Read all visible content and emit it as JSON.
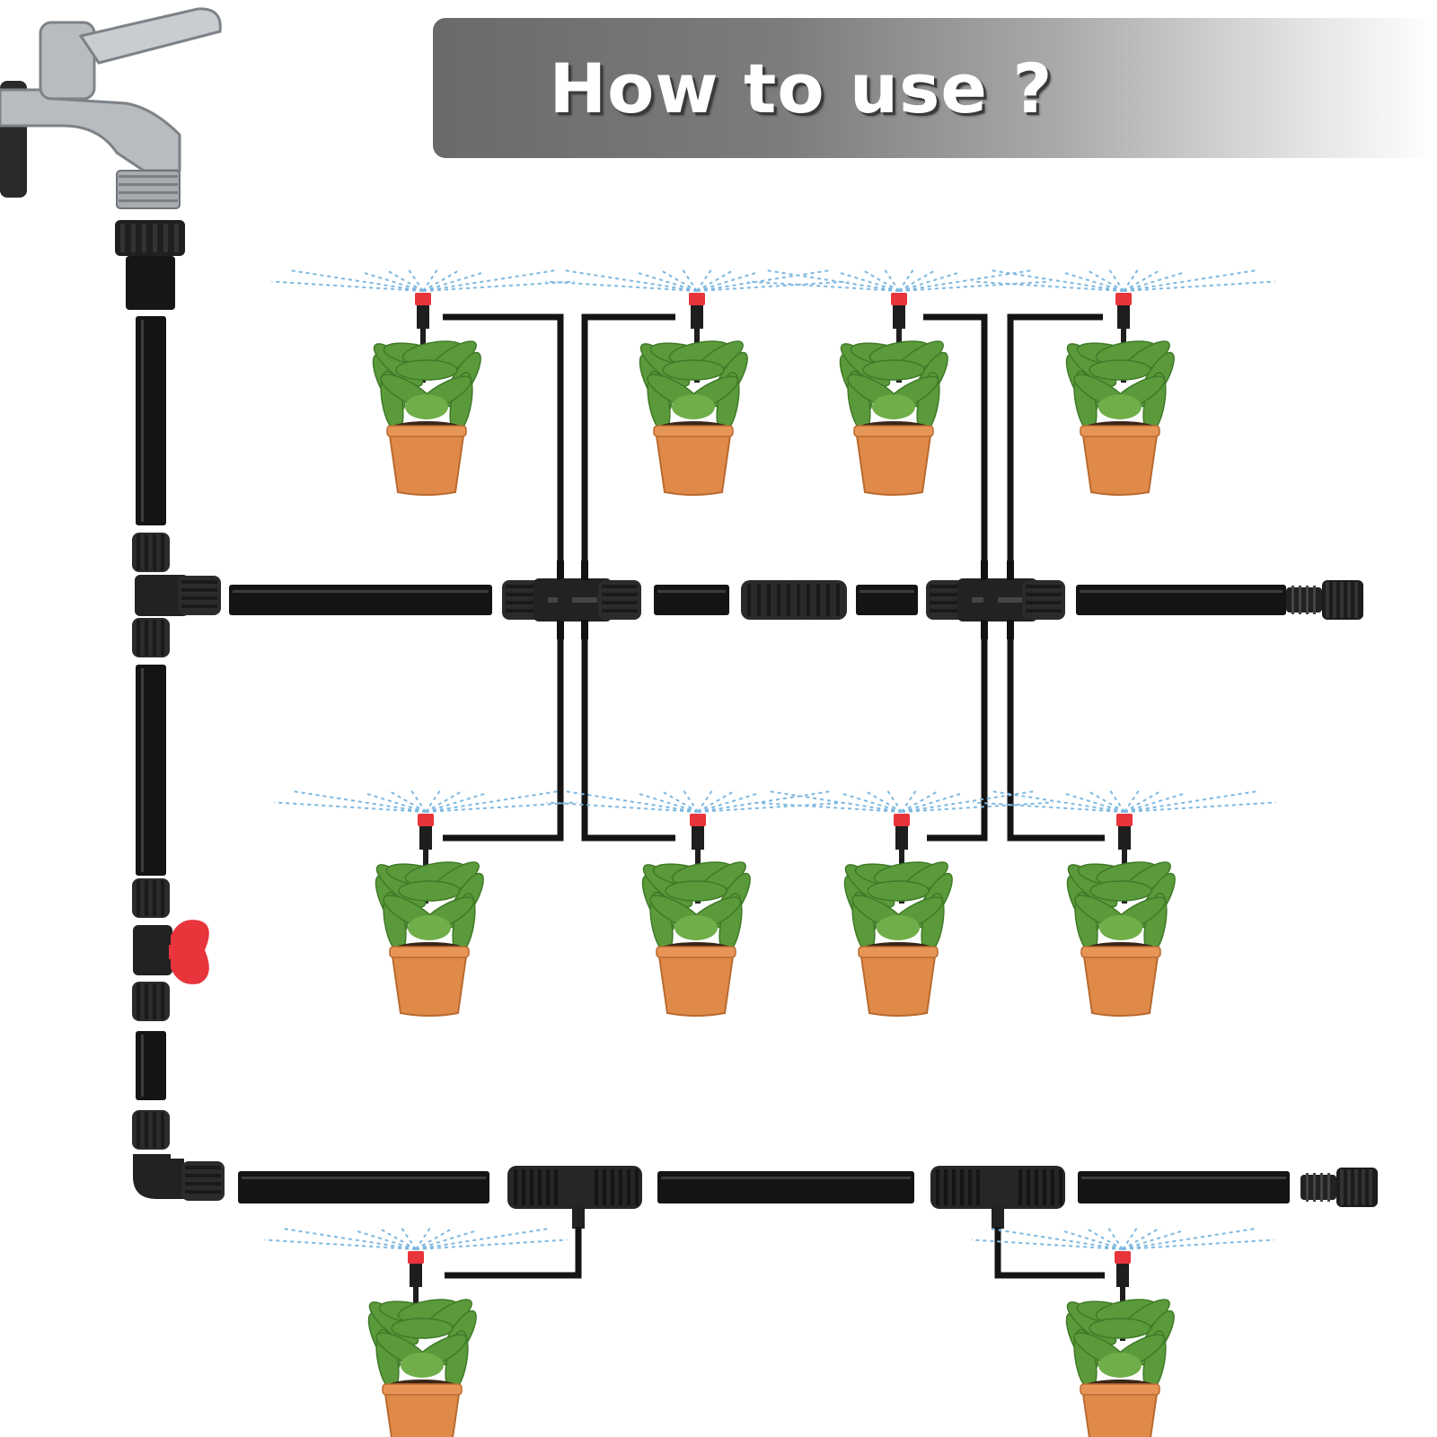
{
  "banner": {
    "title": "How to use ?"
  },
  "colors": {
    "tube": "#141414",
    "fitting": "#2b2b2b",
    "valve_handle": "#e8343b",
    "sprinkler_cap": "#e8343b",
    "spray": "#7fb8e0",
    "pot": "#e08a4a",
    "leaf": "#5a9a3a",
    "faucet": "#b8bcc0",
    "banner_dark": "#6a6a6a"
  },
  "icons": [
    "faucet-icon",
    "hose-adapter-icon",
    "tee-connector-icon",
    "ball-valve-icon",
    "elbow-connector-icon",
    "end-plug-icon",
    "sprinkler-icon",
    "potted-plant-icon"
  ],
  "diagram": {
    "plant_groups": [
      "upper-row",
      "middle-row",
      "bottom-row"
    ],
    "plant_count": 10
  }
}
